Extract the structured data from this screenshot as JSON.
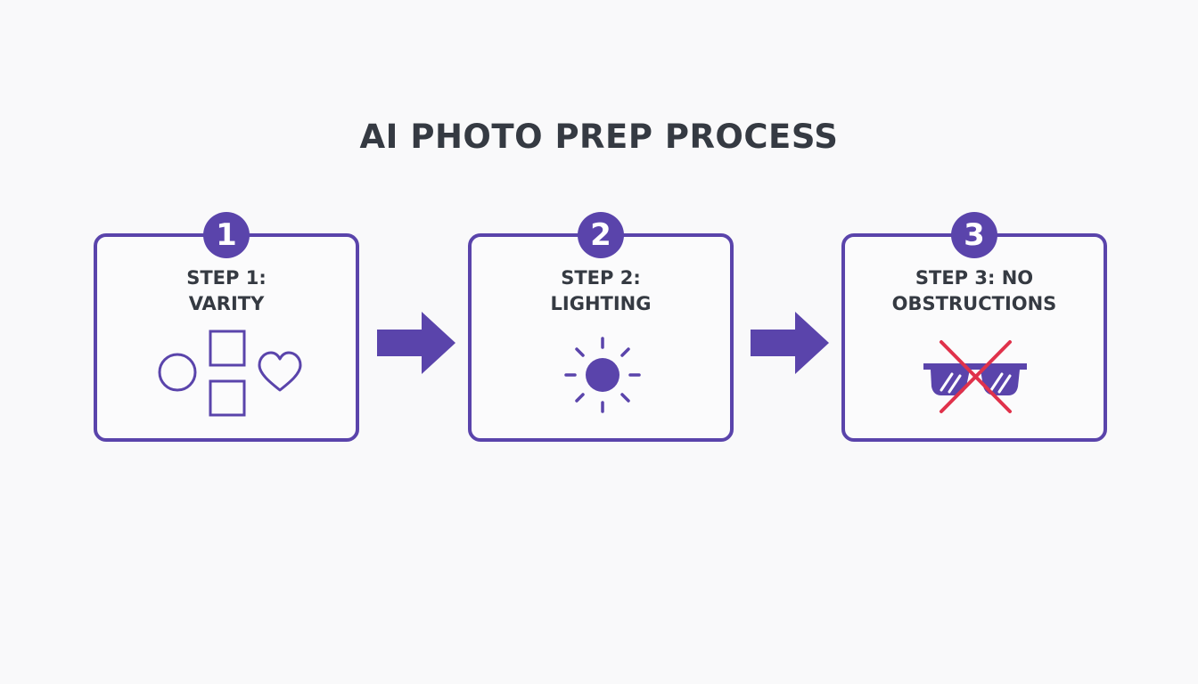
{
  "title": "AI PHOTO PREP PROCESS",
  "steps": [
    {
      "number": "1",
      "label_line1": "STEP 1:",
      "label_line2": "VARITY",
      "icon": "shapes-variety-icon"
    },
    {
      "number": "2",
      "label_line1": "STEP 2:",
      "label_line2": "LIGHTING",
      "icon": "sun-icon"
    },
    {
      "number": "3",
      "label_line1": "STEP 3: NO",
      "label_line2": "OBSTRUCTIONS",
      "icon": "crossed-sunglasses-icon"
    }
  ],
  "connectors": [
    "arrow-right-icon",
    "arrow-right-icon"
  ],
  "colors": {
    "accent": "#5a44ab",
    "text": "#353a42",
    "cross": "#e0324b",
    "background": "#f9f9fa"
  }
}
